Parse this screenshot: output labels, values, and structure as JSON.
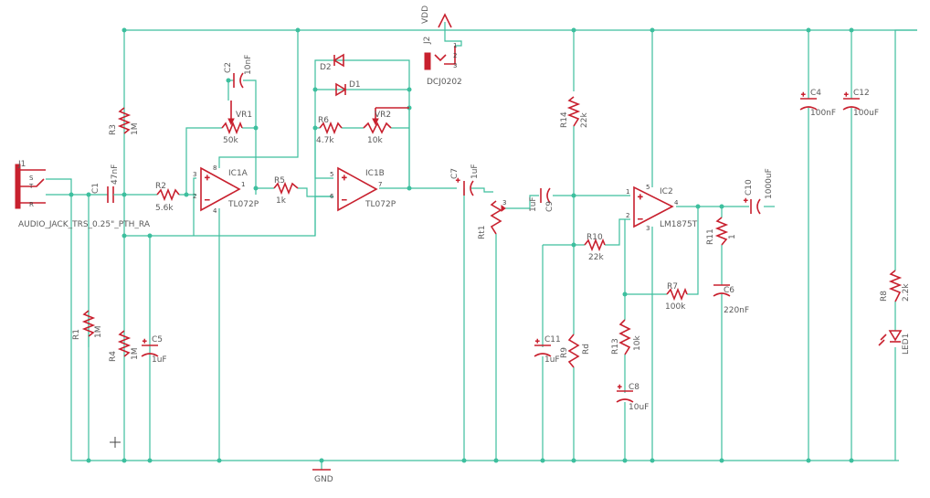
{
  "colors": {
    "wire": "#3dbf9e",
    "part": "#c8202e",
    "text": "#5a5a5a",
    "background": "#ffffff"
  },
  "power": {
    "vdd": "VDD",
    "gnd": "GND"
  },
  "input_jack": {
    "ref": "J1",
    "value": "AUDIO_JACK_TRS_0.25\"_PTH_RA",
    "pins": [
      "S",
      "T",
      "R"
    ]
  },
  "dc_jack": {
    "ref": "J2",
    "value": "DCJ0202",
    "pins": [
      "1",
      "2",
      "3"
    ]
  },
  "opamp1": {
    "ref": "IC1A",
    "value": "TL072P",
    "pins": [
      "3",
      "2",
      "8",
      "4",
      "1"
    ]
  },
  "opamp2": {
    "ref": "IC1B",
    "value": "TL072P",
    "pins": [
      "5",
      "6",
      "7"
    ]
  },
  "amp": {
    "ref": "IC2",
    "value": "LM1875T",
    "pins": [
      "1",
      "2",
      "5",
      "3",
      "4"
    ]
  },
  "resistors": [
    {
      "ref": "R1",
      "value": "1M"
    },
    {
      "ref": "R2",
      "value": "5.6k"
    },
    {
      "ref": "R3",
      "value": "1M"
    },
    {
      "ref": "R4",
      "value": "1M"
    },
    {
      "ref": "R5",
      "value": "1k"
    },
    {
      "ref": "R6",
      "value": "4.7k"
    },
    {
      "ref": "R7",
      "value": "100k"
    },
    {
      "ref": "R8",
      "value": "2.2k"
    },
    {
      "ref": "R9",
      "value": "Rd"
    },
    {
      "ref": "R10",
      "value": "22k"
    },
    {
      "ref": "R11",
      "value": "1"
    },
    {
      "ref": "R13",
      "value": "10k"
    },
    {
      "ref": "R14",
      "value": "22k"
    }
  ],
  "pots": [
    {
      "ref": "VR1",
      "value": "50k"
    },
    {
      "ref": "VR2",
      "value": "10k"
    },
    {
      "ref": "Rt1",
      "value": ""
    }
  ],
  "capacitors": [
    {
      "ref": "C1",
      "value": "47nF"
    },
    {
      "ref": "C2",
      "value": "10nF"
    },
    {
      "ref": "C4",
      "value": "100nF"
    },
    {
      "ref": "C5",
      "value": "1uF"
    },
    {
      "ref": "C6",
      "value": "220nF"
    },
    {
      "ref": "C7",
      "value": "1uF"
    },
    {
      "ref": "C8",
      "value": "10uF"
    },
    {
      "ref": "C9",
      "value": "1uF"
    },
    {
      "ref": "C10",
      "value": "1000uF"
    },
    {
      "ref": "C11",
      "value": "1uF"
    },
    {
      "ref": "C12",
      "value": "100uF"
    }
  ],
  "diodes": [
    {
      "ref": "D1"
    },
    {
      "ref": "D2"
    },
    {
      "ref": "LED1"
    }
  ]
}
